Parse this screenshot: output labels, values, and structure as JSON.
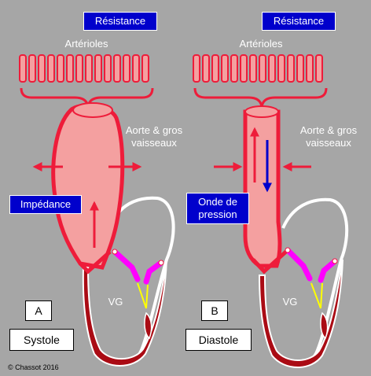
{
  "panels": [
    {
      "resistance": "Résistance",
      "arterioles": "Artérioles",
      "aorta_line1": "Aorte & gros",
      "aorta_line2": "vaisseaux",
      "box_label": "Impédance",
      "ventricle": "VG",
      "letter": "A",
      "phase": "Systole"
    },
    {
      "resistance": "Résistance",
      "arterioles": "Artérioles",
      "aorta_line1": "Aorte & gros",
      "aorta_line2": "vaisseaux",
      "box_label_line1": "Onde de",
      "box_label_line2": "pression",
      "ventricle": "VG",
      "letter": "B",
      "phase": "Diastole"
    }
  ],
  "copyright": "© Chassot  2016",
  "colors": {
    "background": "#a6a6a6",
    "vessel_fill": "#f4a0a0",
    "vessel_stroke": "#ee1c3a",
    "myocardium": "#aa0b14",
    "valve_leaflet": "#ff00ff",
    "chordae": "#ffff00",
    "label_box": "#0000cc",
    "pressure_arrow": "#0000cc"
  }
}
